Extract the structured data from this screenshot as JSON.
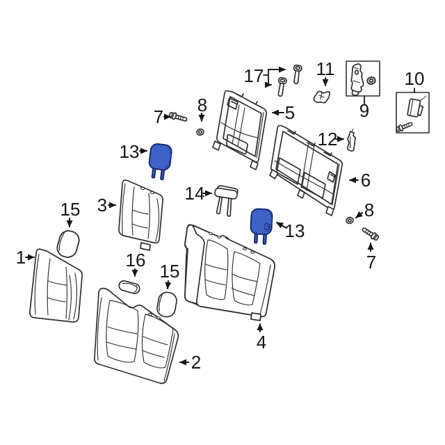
{
  "diagram": {
    "background": "#ffffff",
    "line_color": "#2f2f2f",
    "label_color": "#161616",
    "highlight": {
      "fill": "#3e63c6",
      "side": "#2b49a6",
      "outline": "#182a70"
    },
    "callouts": {
      "1": {
        "label": "1"
      },
      "2": {
        "label": "2"
      },
      "3": {
        "label": "3"
      },
      "4": {
        "label": "4"
      },
      "5": {
        "label": "5"
      },
      "6": {
        "label": "6"
      },
      "7": {
        "label": "7"
      },
      "8": {
        "label": "8"
      },
      "9": {
        "label": "9"
      },
      "10": {
        "label": "10"
      },
      "11": {
        "label": "11"
      },
      "12": {
        "label": "12"
      },
      "13": {
        "label": "13"
      },
      "14": {
        "label": "14"
      },
      "15": {
        "label": "15"
      },
      "16": {
        "label": "16"
      },
      "17": {
        "label": "17"
      }
    }
  }
}
